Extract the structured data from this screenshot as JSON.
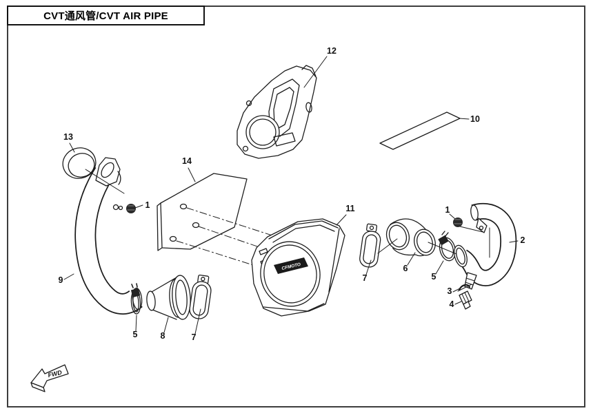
{
  "page": {
    "title": "CVT通风管/CVT AIR PIPE",
    "background": "#ffffff",
    "ink": "#1c1c1c",
    "frame_color": "#3c3c3c"
  },
  "diagram": {
    "fwd_label": "FWD",
    "cap_logo": "CFMOTO",
    "callouts": [
      "12",
      "10",
      "13",
      "14",
      "1",
      "11",
      "1",
      "2",
      "9",
      "6",
      "7",
      "5",
      "3",
      "4",
      "5",
      "8",
      "7"
    ]
  }
}
